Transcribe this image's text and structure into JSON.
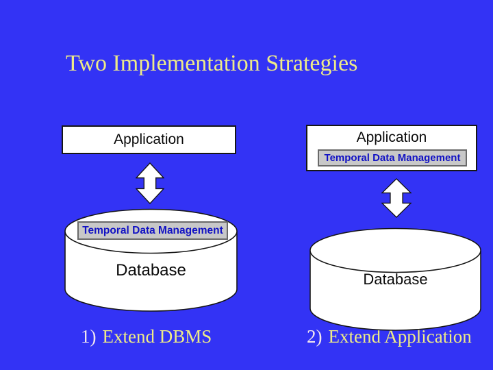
{
  "slide": {
    "title": "Two Implementation Strategies",
    "diagrams": [
      {
        "id": "extend-dbms",
        "application_label": "Application",
        "tdm_label": "Temporal Data Management",
        "database_label": "Database",
        "arrow_icon": "double-vertical-arrow",
        "caption_number": "1)",
        "caption_text": "Extend DBMS"
      },
      {
        "id": "extend-application",
        "application_label": "Application",
        "tdm_label": "Temporal Data Management",
        "database_label": "Database",
        "arrow_icon": "double-vertical-arrow",
        "caption_number": "2)",
        "caption_text": "Extend Application"
      }
    ],
    "colors": {
      "background": "#3333f5",
      "title_text": "#eeeb88",
      "caption_number": "#f2e6ee",
      "caption_text": "#eeeb88",
      "box_fill": "#ffffff",
      "box_outline": "#161616",
      "label_text": "#0a0a0a",
      "tdm_bg": "#c8c8c8",
      "tdm_border": "#696969",
      "tdm_text": "#1212c4",
      "arrow_fill": "#ffffff",
      "arrow_outline": "#161616"
    }
  }
}
